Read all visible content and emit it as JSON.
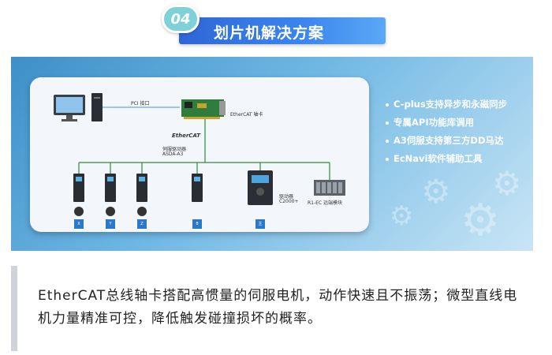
{
  "header": {
    "number": "04",
    "title": "划片机解决方案"
  },
  "diagram": {
    "pc_link_label": "PCI 接口",
    "card_label": "EtherCAT 轴卡",
    "bus_logo": "EtherCAT",
    "servo_label_1": "伺服驱动器",
    "servo_label_2": "ASDA-A3",
    "drive_label_1": "驱动器",
    "drive_label_2": "C2000+",
    "remote_io_label": "R1-EC 远端模块",
    "axis_tags": [
      "X",
      "Y",
      "Z",
      "θ",
      "主"
    ]
  },
  "features": [
    "C-plus支持异步和永磁同步",
    "专属API功能库调用",
    "A3伺服支持第三方DD马达",
    "EcNavi软件辅助工具"
  ],
  "description": "EtherCAT总线轴卡搭配高惯量的伺服电机，动作快速且不振荡；微型直线电机力量精准可控，降低触发碰撞损坏的概率。",
  "colors": {
    "banner": "#3a86ee",
    "badge": "#7ed1d8",
    "bus_line": "#2f8a3a",
    "panel": "#6fb8e4"
  }
}
